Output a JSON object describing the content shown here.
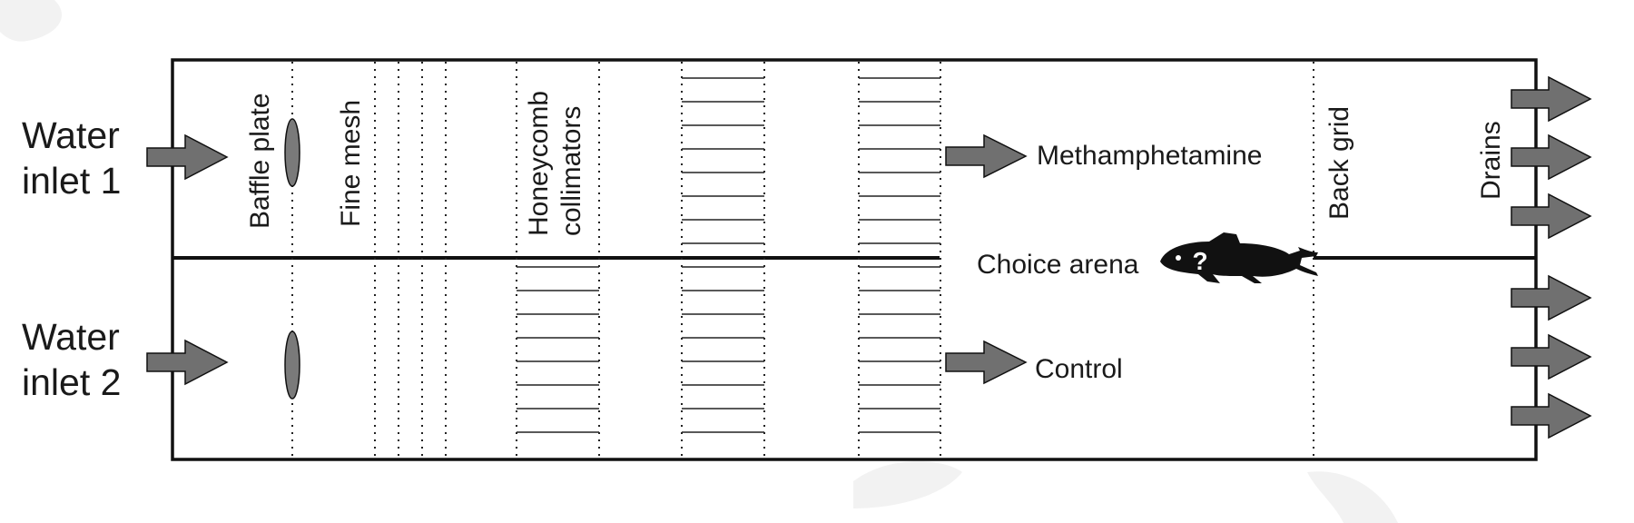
{
  "diagram": {
    "inlet_1": [
      "Water",
      "inlet 1"
    ],
    "inlet_2": [
      "Water",
      "inlet 2"
    ],
    "baffle_plate": "Baffle plate",
    "fine_mesh": "Fine mesh",
    "honeycomb": [
      "Honeycomb",
      "collimators"
    ],
    "methamphetamine": "Methamphetamine",
    "control": "Control",
    "choice_arena": "Choice arena",
    "fish_question": "?",
    "back_grid": "Back grid",
    "drains": "Drains"
  },
  "colors": {
    "arrow_fill": "#707070",
    "outline": "#111111",
    "baffle_fill": "#7a7a7a"
  }
}
